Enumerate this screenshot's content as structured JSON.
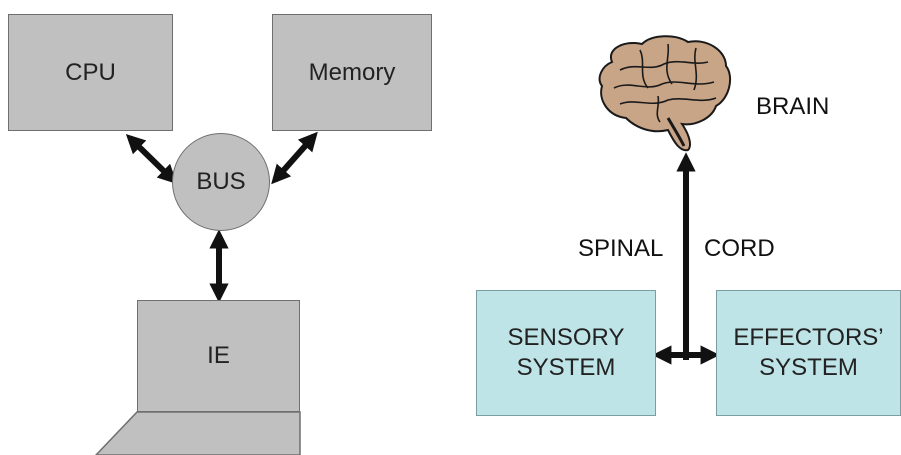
{
  "computer": {
    "cpu": "CPU",
    "memory": "Memory",
    "bus": "BUS",
    "ie": "IE"
  },
  "nervous_system": {
    "brain": "BRAIN",
    "spinal": "SPINAL",
    "cord": "CORD",
    "sensory_line1": "SENSORY",
    "sensory_line2": "SYSTEM",
    "effectors_line1": "EFFECTORS’",
    "effectors_line2": "SYSTEM"
  },
  "colors": {
    "gray_box": "#c0c0c0",
    "cyan_box": "#bfe4e7",
    "arrow": "#111111"
  },
  "icons": [
    "double-arrow-icon",
    "brain-icon",
    "laptop-keyboard-icon"
  ]
}
